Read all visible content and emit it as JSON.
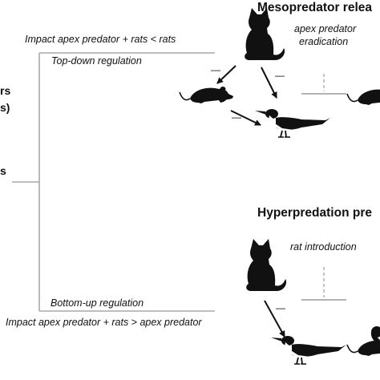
{
  "headings": {
    "top": "Mesopredator relea",
    "bottom": "Hyperpredation pre"
  },
  "left_fragments": {
    "line1": "rs",
    "line2": "s)",
    "line3": "s"
  },
  "top_branch": {
    "impact": "Impact apex predator + rats < rats",
    "regulation": "Top-down regulation",
    "intervention": [
      "apex predator",
      "eradication"
    ]
  },
  "bottom_branch": {
    "impact": "Impact apex predator + rats > apex predator",
    "regulation": "Bottom-up regulation",
    "intervention": "rat introduction"
  },
  "arrow_sign": "—",
  "colors": {
    "tree_lines": "#a8a8a8",
    "dashed_line": "#b5b5b5",
    "animals": "#111111"
  },
  "icons": [
    "cat-icon",
    "rat-icon",
    "seabird-icon"
  ]
}
